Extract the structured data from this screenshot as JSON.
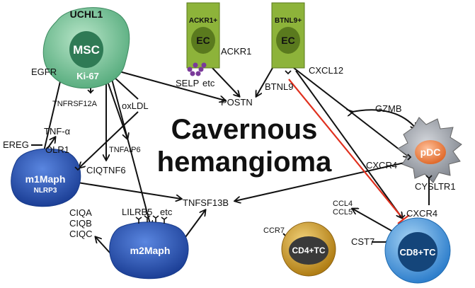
{
  "title": {
    "line1": "Cavernous",
    "line2": "hemangioma"
  },
  "cells": {
    "msc": {
      "name": "MSC",
      "top_marker": "UCHL1",
      "bottom_marker": "Ki-67"
    },
    "ec1": {
      "name": "EC",
      "marker": "ACKR1+"
    },
    "ec2": {
      "name": "EC",
      "marker": "BTNL9+"
    },
    "m1": {
      "name": "m1Maph",
      "sub": "NLRP3"
    },
    "m2": {
      "name": "m2Maph"
    },
    "pdc": {
      "name": "pDC"
    },
    "cd4": {
      "name": "CD4+TC"
    },
    "cd8": {
      "name": "CD8+TC"
    }
  },
  "labels": {
    "egfr": "EGFR",
    "tnfrsf12a": "TNFRSF12A",
    "ereg": "EREG",
    "tnfa": "TNF-α",
    "olr1": "OLR1",
    "oxldl": "oxLDL",
    "tnfaip6": "TNFAIP6",
    "ciqtnf6": "CIQTNF6",
    "ackr1": "ACKR1",
    "selp": "SELP",
    "etc1": "etc",
    "postn": "POSTN",
    "cxcl12": "CXCL12",
    "btnl9": "BTNL9",
    "gzmb": "GZMB",
    "cxcr4_pdc": "CXCR4",
    "cysltr1": "CYSLTR1",
    "tnfsf13b": "TNFSF13B",
    "lilrb5": "LILRB5",
    "etc2": "etc",
    "ciqa": "CIQA",
    "ciqb": "CIQB",
    "ciqc": "CIQC",
    "ccl4": "CCL4",
    "ccl5": "CCL5",
    "ccr7": "CCR7",
    "cxcr4_cd8": "CXCR4",
    "cst7": "CST7"
  },
  "colors": {
    "msc": "#7fc79e",
    "msc_nucleus": "#2f7a55",
    "ec": "#8db33a",
    "ec_nucleus": "#5a7a1e",
    "m_cell": "#2f57b0",
    "pdc_body": "#9a9fa8",
    "pdc_nucleus": "#f08a52",
    "cd4": "#c99a2a",
    "cd8": "#3d8fd6",
    "inhibit_line": "#e0301e",
    "selp_glyph": "#7a3a9a"
  }
}
